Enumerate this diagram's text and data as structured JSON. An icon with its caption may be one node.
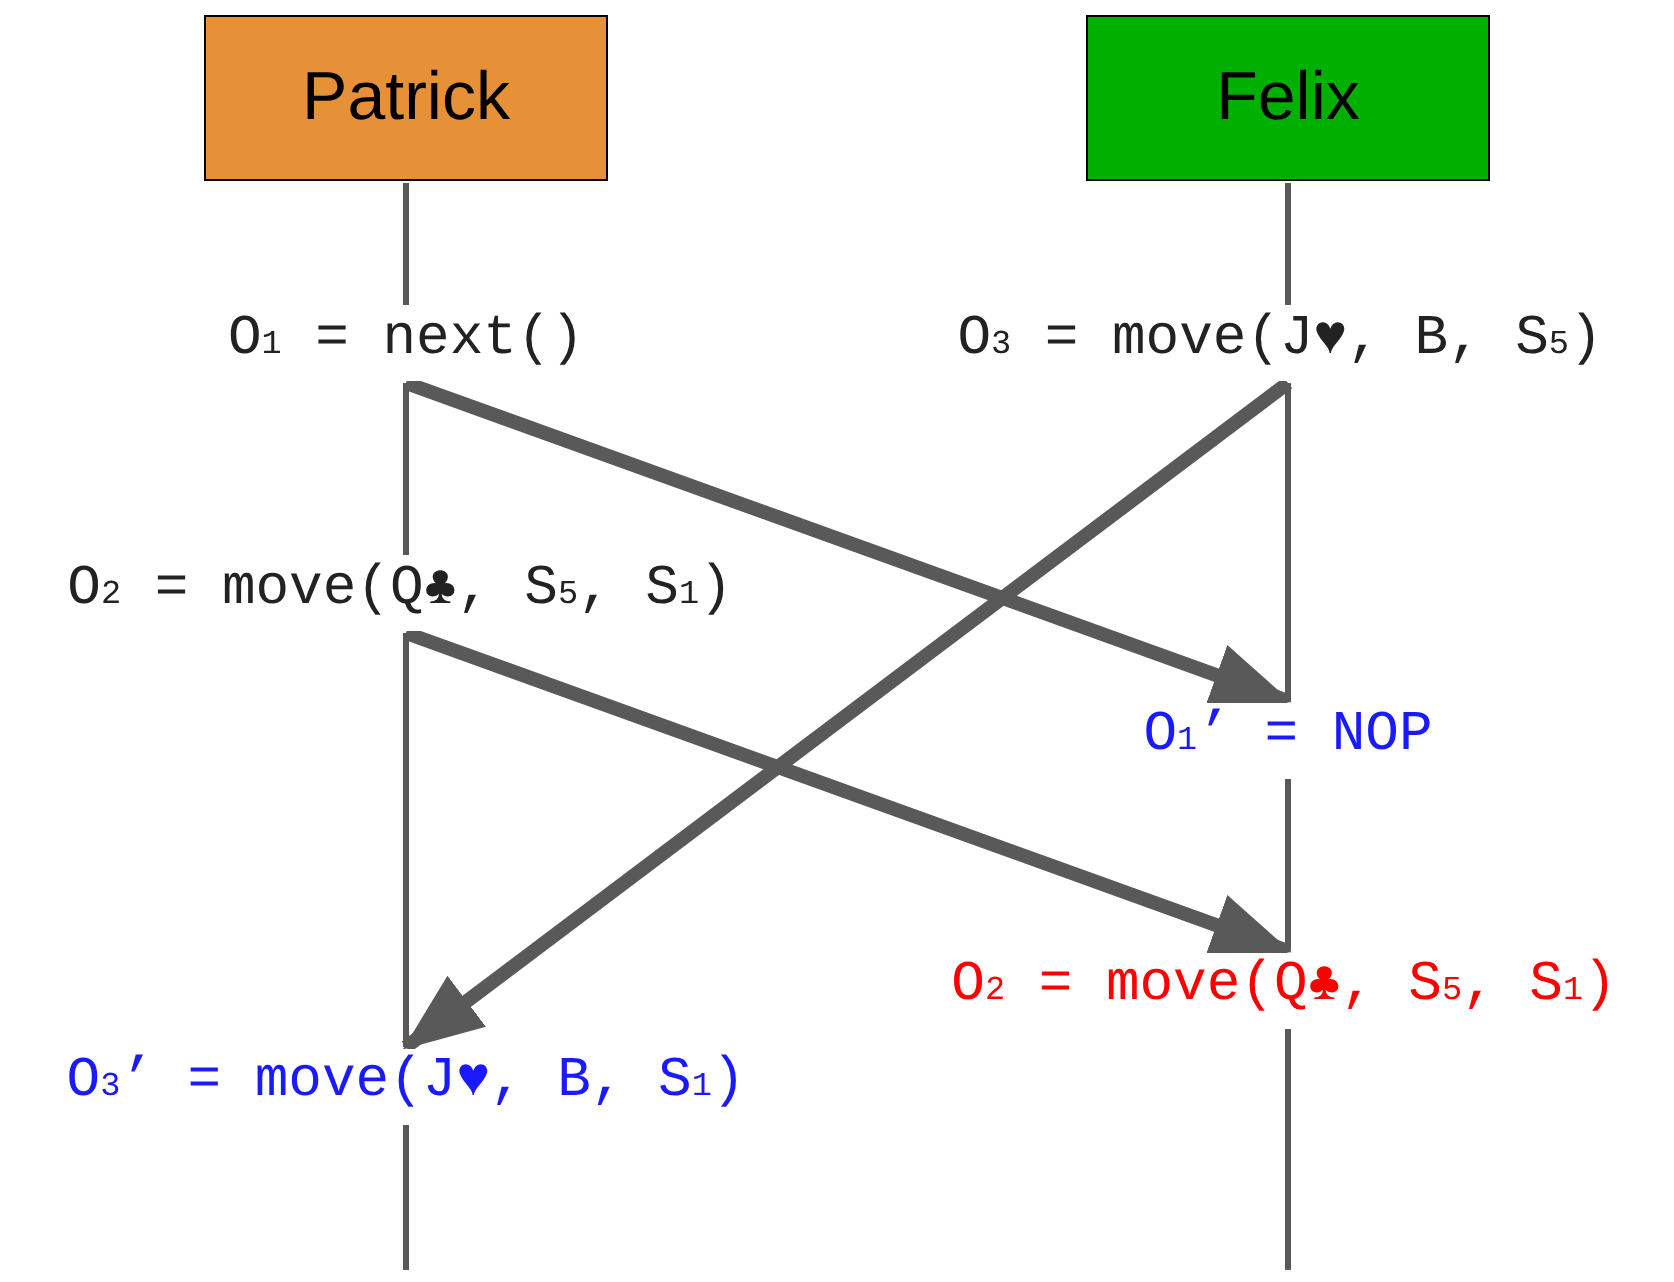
{
  "diagram": {
    "nodes": [
      {
        "text": [
          "Patrick"
        ]
      },
      {
        "text": [
          "Felix"
        ]
      },
      {
        "text": [
          "O$_{1}$ = next()"
        ]
      },
      {
        "text": [
          "O$_{3}$ = move(J♥, B, S$_{5}$)"
        ]
      },
      {
        "text": [
          "O$_{2}$ = move(Q♣, S$_{5}$, S$_{1}$)"
        ]
      },
      {
        "text": [
          "O$_{1}$’ = NOP"
        ]
      },
      {
        "text": [
          "O$_{2}$ = move(Q♣, S$_{5}$, S$_{1}$)"
        ]
      },
      {
        "text": [
          "O$_{3}$’ = move(J♥, B, S$_{1}$)"
        ]
      }
    ],
    "edges": [
      {
        "from": 0,
        "to": 2,
        "arrow": "none"
      },
      {
        "from": 2,
        "to": 4,
        "arrow": "none"
      },
      {
        "from": 4,
        "to": 7,
        "arrow": "none"
      },
      {
        "from": 7,
        "to": null,
        "arrow": "none"
      },
      {
        "from": 1,
        "to": 3,
        "arrow": "none"
      },
      {
        "from": 3,
        "to": 5,
        "arrow": "none"
      },
      {
        "from": 5,
        "to": 6,
        "arrow": "none"
      },
      {
        "from": 6,
        "to": null,
        "arrow": "none"
      },
      {
        "from": 2,
        "to": 5,
        "arrow": "to",
        "style": "thick"
      },
      {
        "from": 3,
        "to": 7,
        "arrow": "to",
        "style": "thick"
      },
      {
        "from": 4,
        "to": 6,
        "arrow": "to",
        "style": "thick"
      }
    ]
  }
}
